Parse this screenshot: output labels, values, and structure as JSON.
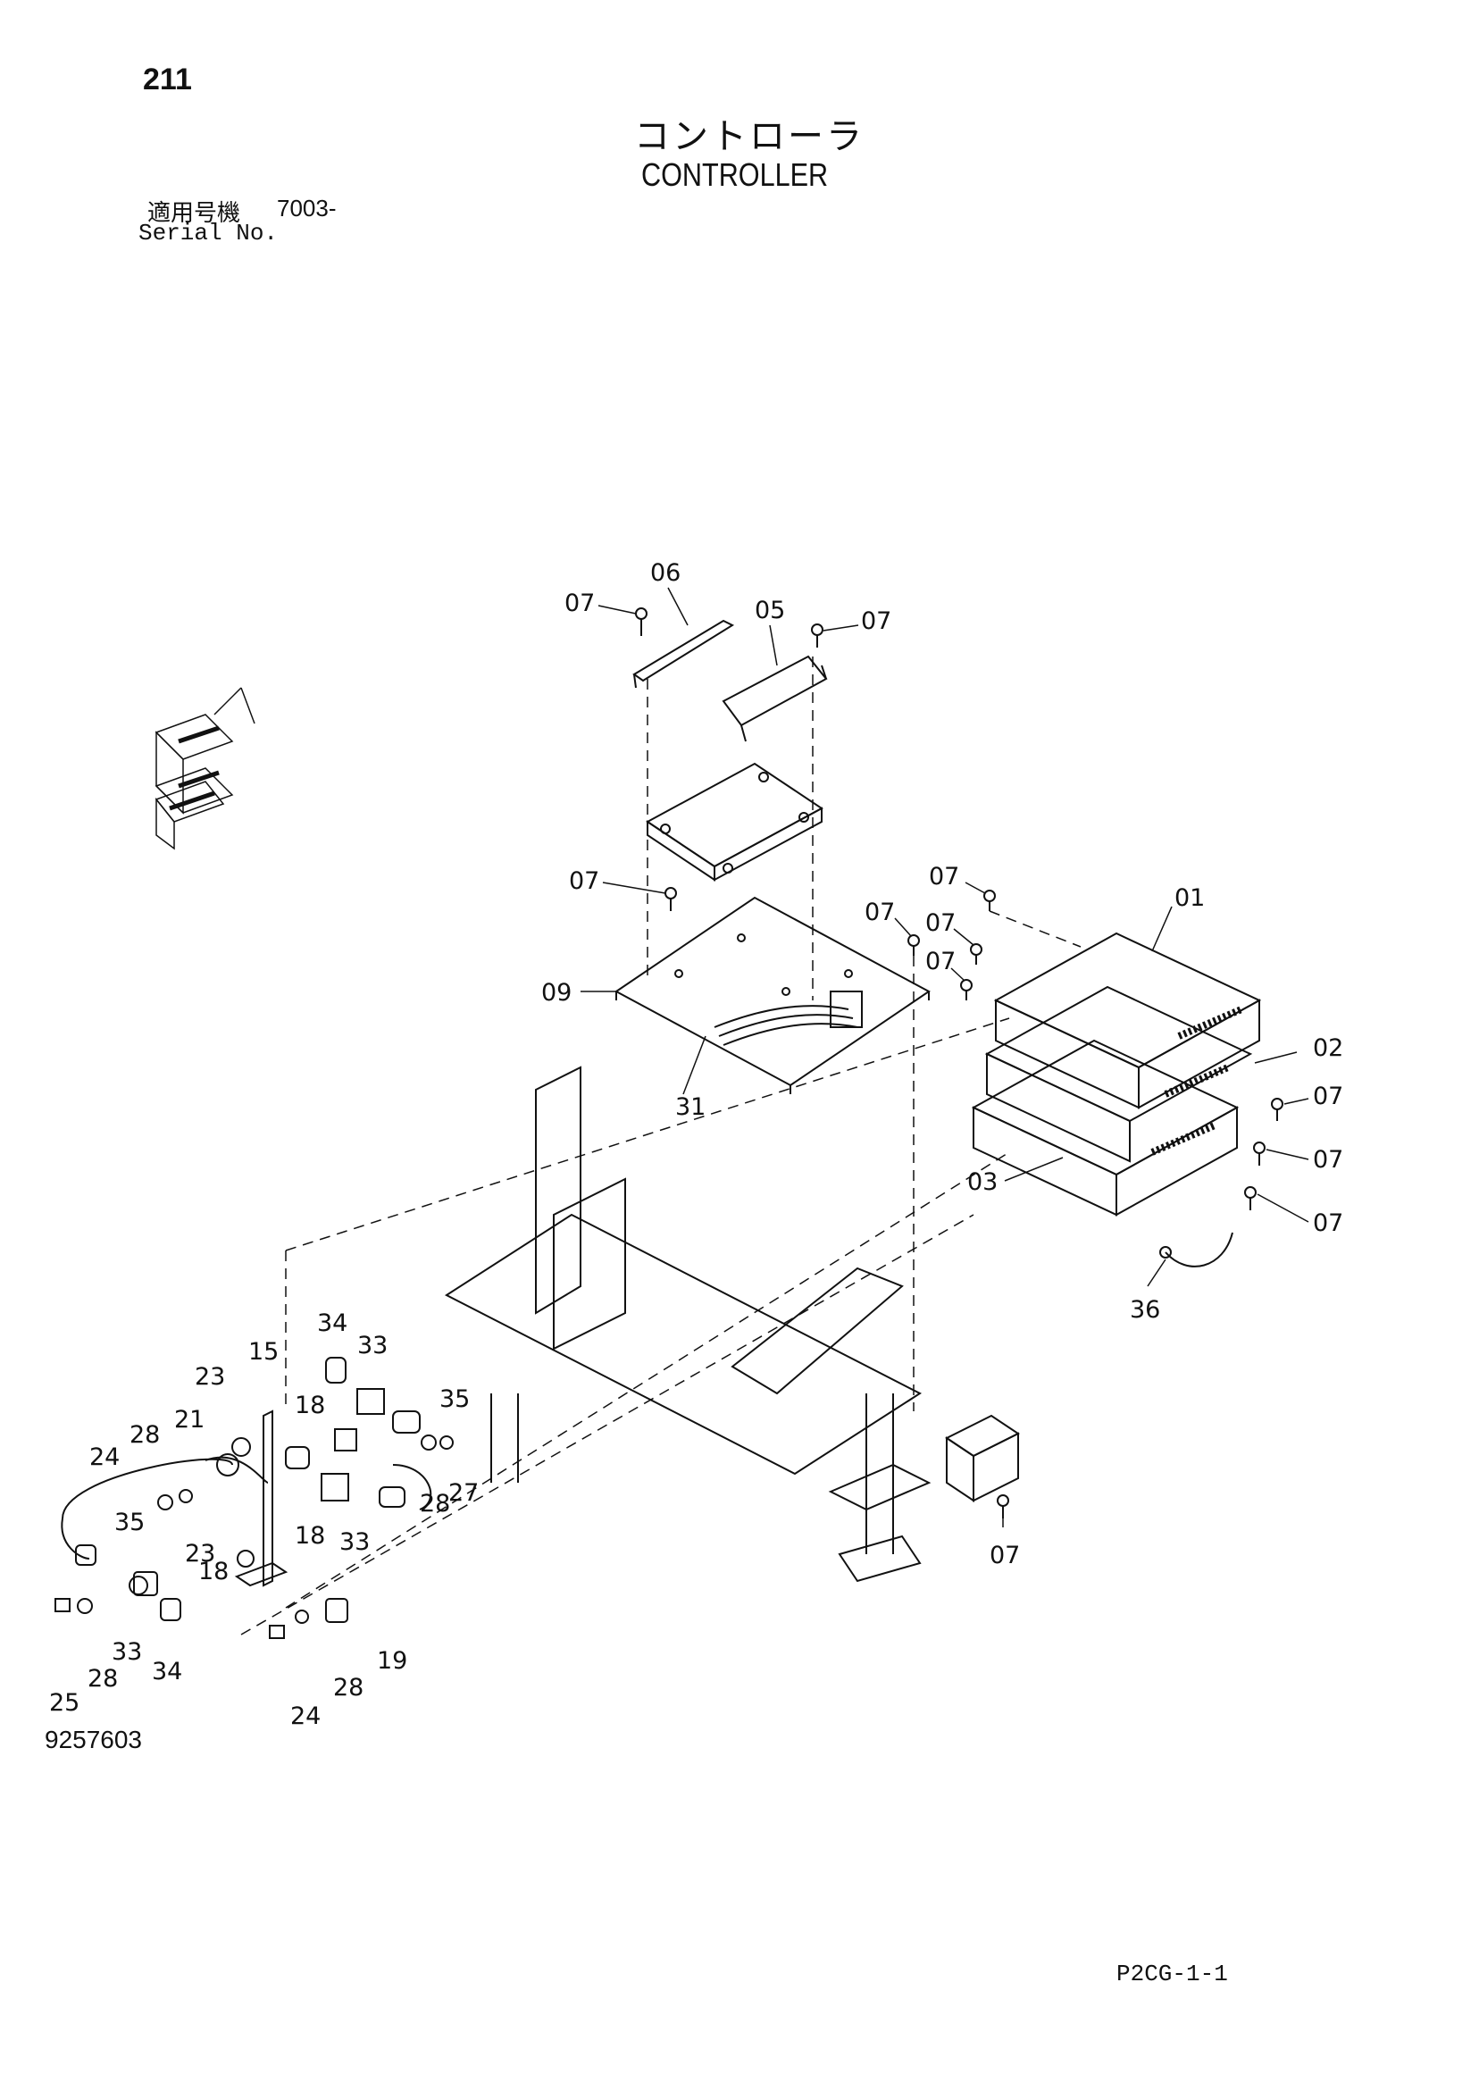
{
  "page_number": "211",
  "title_jp": "コントローラ",
  "title_en": "CONTROLLER",
  "serial": {
    "label_jp": "適用号機",
    "value": "7003-",
    "label_en": "Serial No."
  },
  "document_number": "9257603",
  "footer_code": "P2CG-1-1",
  "part_labels": {
    "p01": "01",
    "p02": "02",
    "p03": "03",
    "p05": "05",
    "p06": "06",
    "p07a": "07",
    "p07b": "07",
    "p07c": "07",
    "p07d": "07",
    "p07e": "07",
    "p07f": "07",
    "p07g": "07",
    "p07h": "07",
    "p07i": "07",
    "p07j": "07",
    "p07k": "07",
    "p09": "09",
    "p15": "15",
    "p18a": "18",
    "p18b": "18",
    "p18c": "18",
    "p19": "19",
    "p21": "21",
    "p23a": "23",
    "p23b": "23",
    "p24a": "24",
    "p24b": "24",
    "p25": "25",
    "p27": "27",
    "p28a": "28",
    "p28b": "28",
    "p28c": "28",
    "p28d": "28",
    "p31": "31",
    "p33a": "33",
    "p33b": "33",
    "p33c": "33",
    "p34a": "34",
    "p34b": "34",
    "p35a": "35",
    "p35b": "35",
    "p36": "36"
  }
}
